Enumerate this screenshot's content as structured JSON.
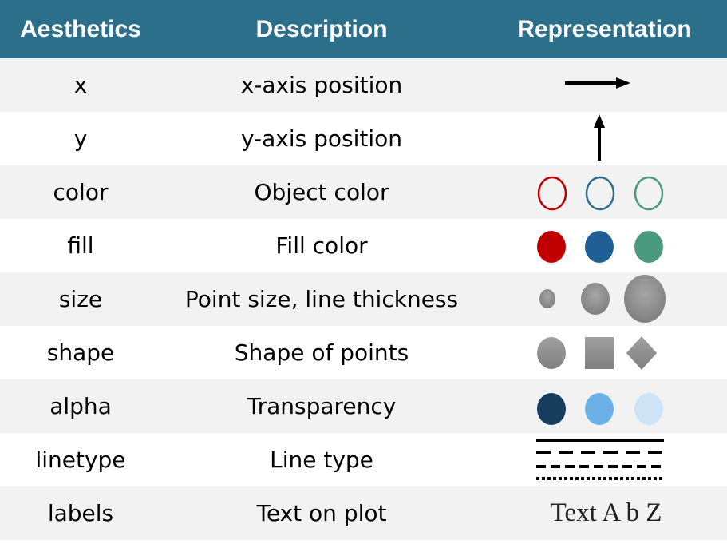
{
  "table": {
    "headers": [
      "Aesthetics",
      "Description",
      "Representation"
    ],
    "rows": [
      {
        "aesthetic": "x",
        "description": "x-axis position",
        "representation": "right-arrow-icon"
      },
      {
        "aesthetic": "y",
        "description": "y-axis position",
        "representation": "up-arrow-icon"
      },
      {
        "aesthetic": "color",
        "description": "Object color",
        "representation": "outlined-circles",
        "colors": [
          "#c00000",
          "#2e6f8e",
          "#4a9a80"
        ]
      },
      {
        "aesthetic": "fill",
        "description": "Fill color",
        "representation": "filled-circles",
        "colors": [
          "#c00000",
          "#1f5f95",
          "#4a9a80"
        ]
      },
      {
        "aesthetic": "size",
        "description": "Point size, line thickness",
        "representation": "grey-circles-increasing-size"
      },
      {
        "aesthetic": "shape",
        "description": "Shape of points",
        "representation": "circle-square-diamond"
      },
      {
        "aesthetic": "alpha",
        "description": "Transparency",
        "representation": "blue-circles-decreasing-opacity",
        "colors": [
          "#163d5e",
          "#6db0e6",
          "#cde4f7"
        ]
      },
      {
        "aesthetic": "linetype",
        "description": "Line type",
        "representation": "solid-dashed-dotted-lines"
      },
      {
        "aesthetic": "labels",
        "description": "Text on plot",
        "representation": "Text A b Z"
      }
    ]
  },
  "colors": {
    "header_bg": "#2b6f8b",
    "row_shaded": "#f2f2f2",
    "row_white": "#ffffff",
    "grey": "#8c8c8c"
  }
}
